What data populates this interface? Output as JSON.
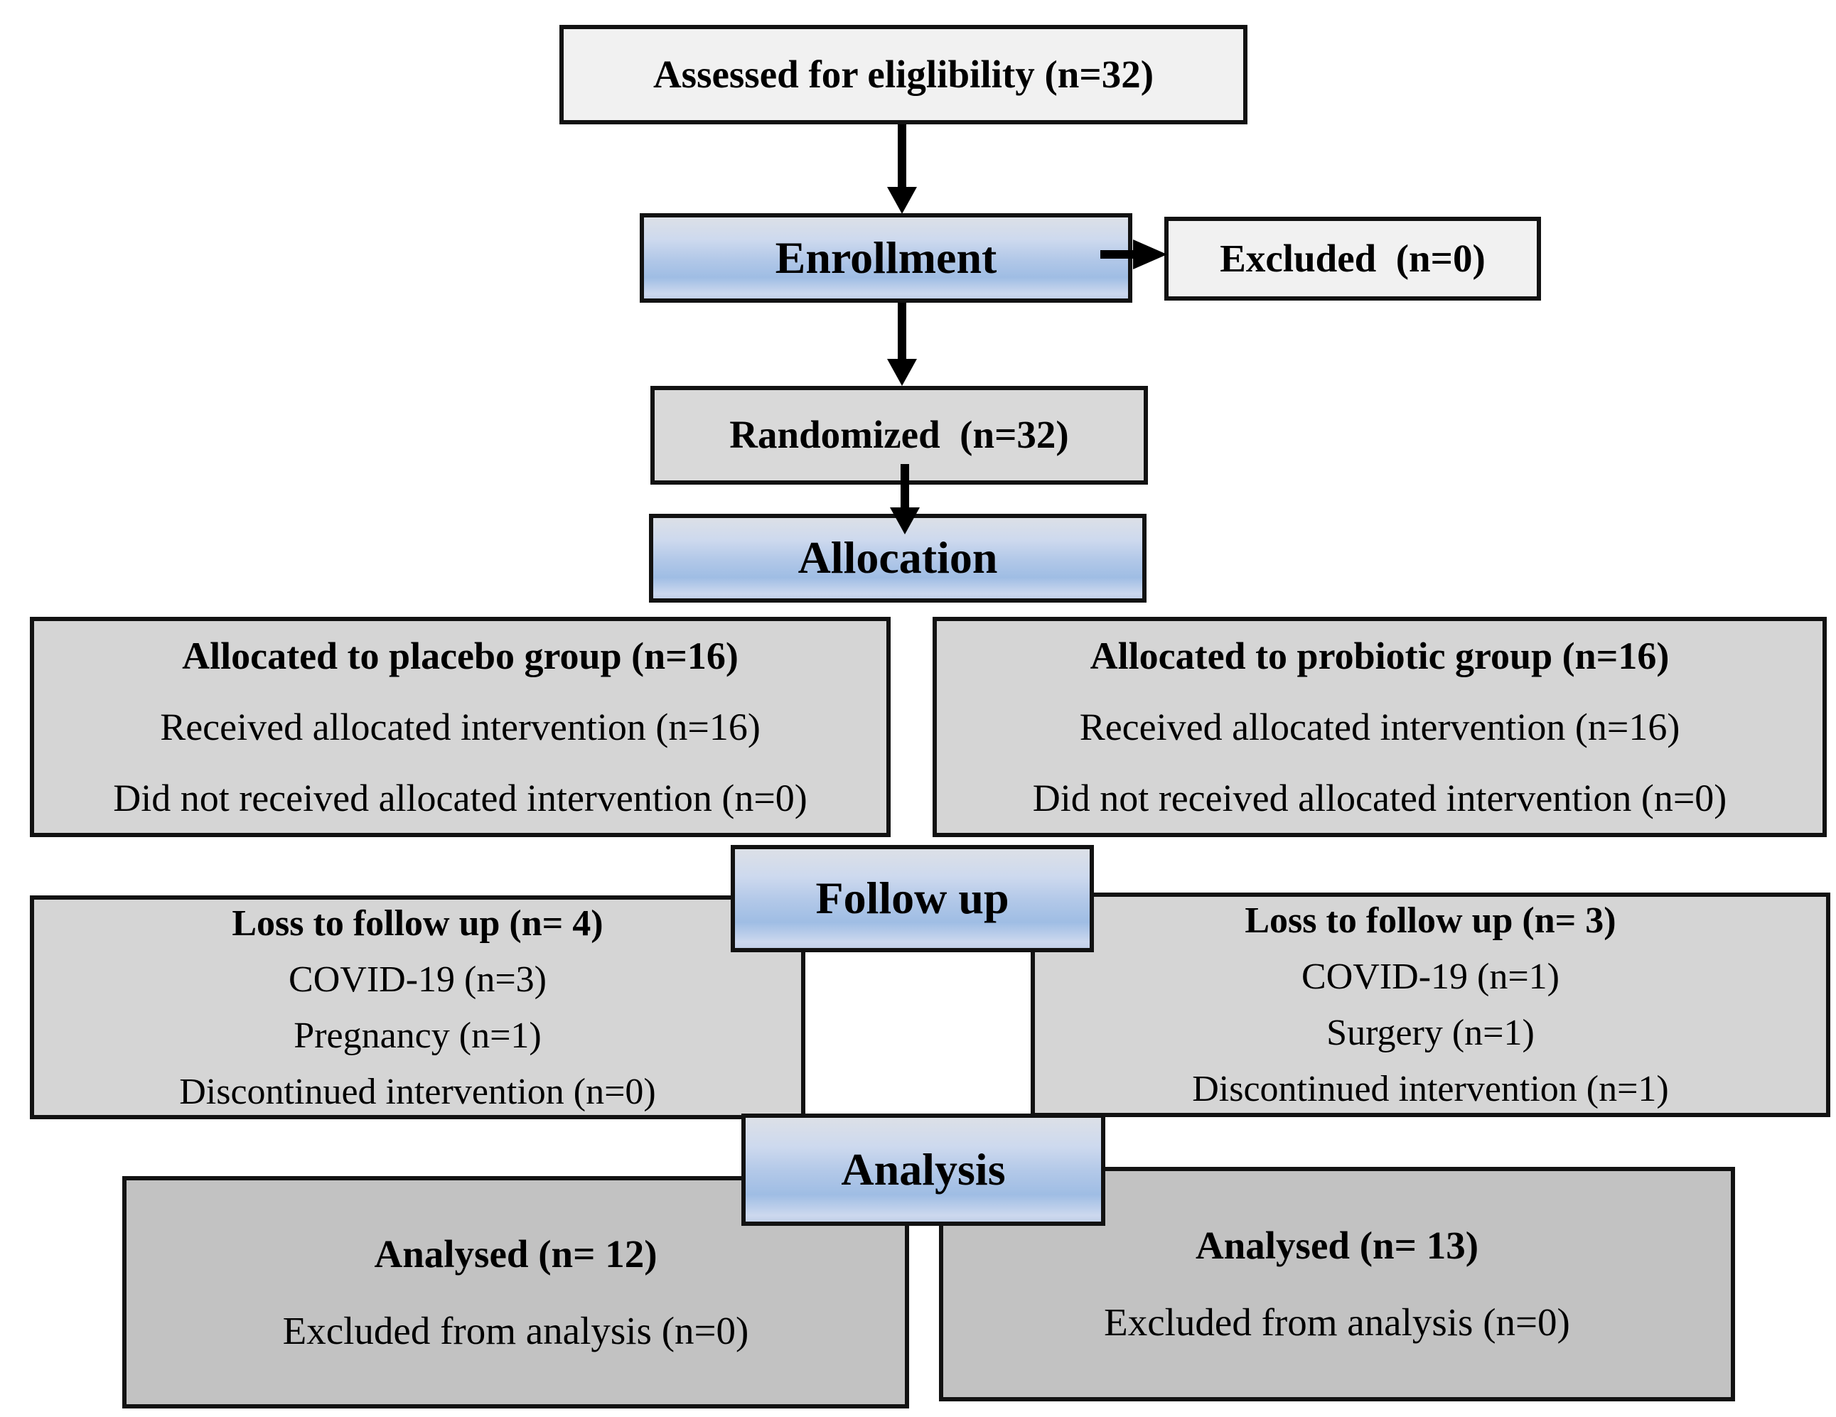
{
  "flow": {
    "assessed_label": "Assessed for eliglibility (n=32)",
    "enrollment_label": "Enrollment",
    "excluded_label": "Excluded  (n=0)",
    "randomized_label": "Randomized  (n=32)",
    "allocation_label": "Allocation",
    "follow_up_label": "Follow up",
    "analysis_label": "Analysis",
    "placebo": {
      "allocation_title": "Allocated to placebo group (n=16)",
      "allocation_lines": [
        "Received allocated intervention (n=16)",
        "Did not received allocated intervention (n=0)"
      ],
      "follow_up_title": "Loss to follow up (n= 4)",
      "follow_up_lines": [
        "COVID-19 (n=3)",
        "Pregnancy (n=1)",
        "Discontinued intervention (n=0)"
      ],
      "analysis_title": "Analysed (n= 12)",
      "analysis_lines": [
        "Excluded from analysis (n=0)"
      ]
    },
    "probiotic": {
      "allocation_title": "Allocated to probiotic group (n=16)",
      "allocation_lines": [
        "Received allocated intervention (n=16)",
        "Did not received allocated intervention (n=0)"
      ],
      "follow_up_title": "Loss to follow up (n= 3)",
      "follow_up_lines": [
        "COVID-19 (n=1)",
        "Surgery (n=1)",
        "Discontinued intervention (n=1)"
      ],
      "analysis_title": "Analysed (n= 13)",
      "analysis_lines": [
        "Excluded from analysis (n=0)"
      ]
    }
  },
  "colors": {
    "page_background": "#ffffff",
    "light_box_fill": "#f1f1f1",
    "gray_box_fill": "#d9d9d9",
    "mid_gray_box_fill": "#d5d5d5",
    "dark_gray_box_fill": "#c2c2c2",
    "stage_gradient_top": "#dce0e7",
    "stage_gradient_mid_blue": "#9fbde4",
    "stage_gradient_bottom": "#c3d1e9",
    "box_border": "#121212",
    "arrow": "#000000",
    "text": "#000000"
  }
}
